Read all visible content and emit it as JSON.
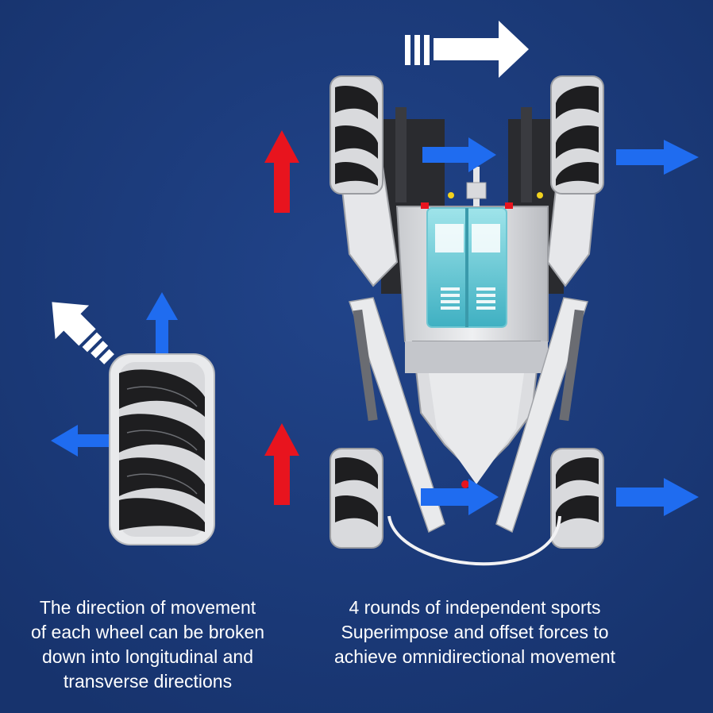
{
  "colors": {
    "background": "#1c3a7a",
    "arrow_blue": "#1f6cf0",
    "arrow_red": "#e8141e",
    "arrow_white": "#ffffff",
    "wheel_roller": "#1e1e20",
    "wheel_frame": "#e6e6e6"
  },
  "icons": {
    "direction_arrows": "arrow-icon",
    "mecanum_wheel": "mecanum-wheel-icon",
    "robot_car": "robot-car-illustration"
  },
  "caption_left": {
    "line1": "The direction of movement",
    "line2": "of each wheel can be broken",
    "line3": "down into longitudinal and",
    "line4": "transverse directions"
  },
  "caption_right": {
    "line1": "4 rounds of independent sports",
    "line2": "Superimpose and offset forces to",
    "line3": "achieve omnidirectional movement"
  }
}
